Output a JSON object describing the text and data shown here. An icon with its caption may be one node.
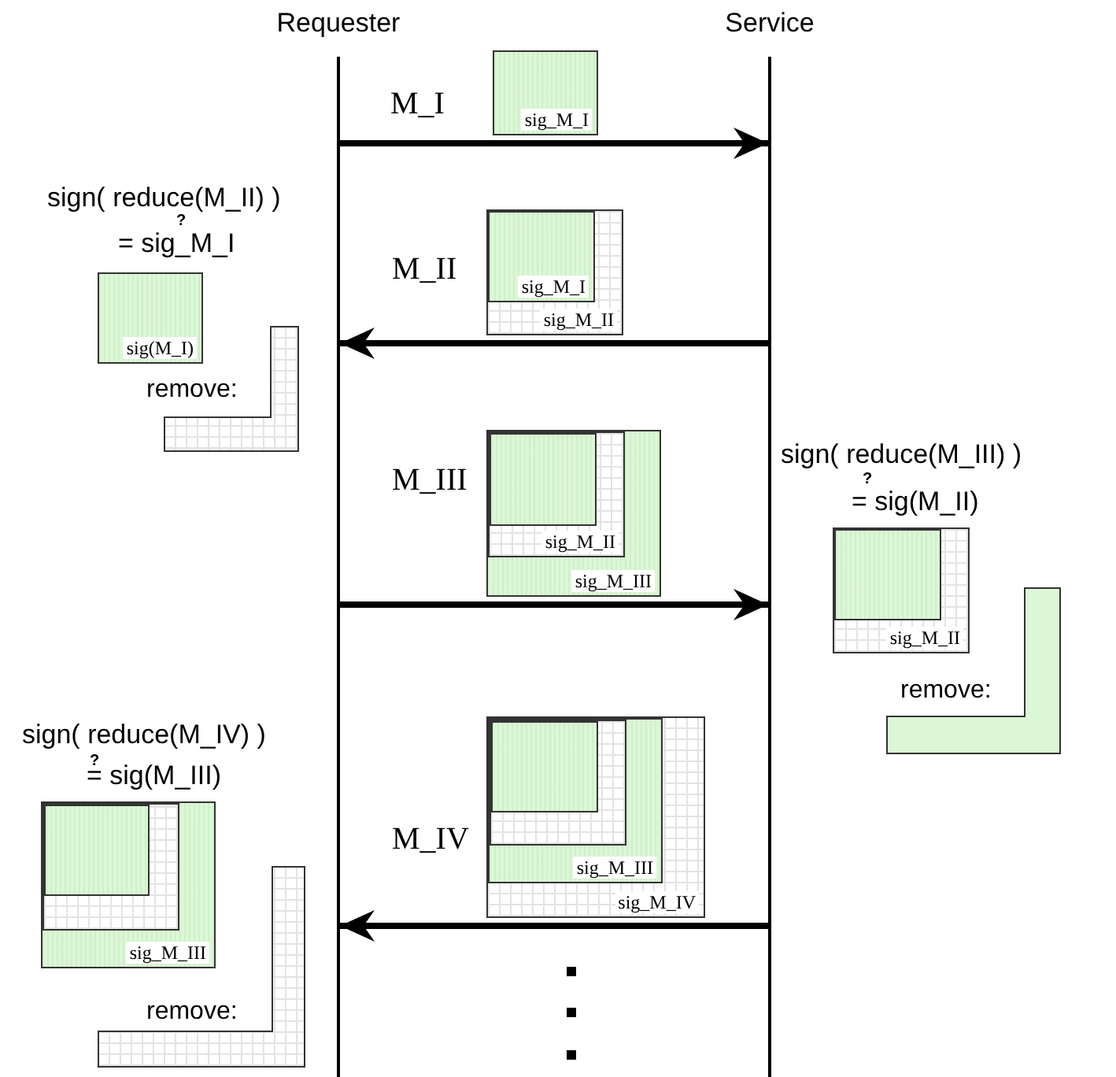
{
  "diagram": {
    "nodes": [
      {
        "text": [],
        "shape": "bar",
        "beside": [
          "Requester"
        ]
      },
      {
        "text": [],
        "shape": "bar",
        "beside": [
          "Service"
        ]
      },
      {
        "text": [
          "sig_M_I"
        ]
      },
      {
        "text": [
          "sig_M_II"
        ]
      },
      {
        "text": [
          "sig_M_I"
        ],
        "in": 3
      },
      {
        "text": [
          "sig(M_I)"
        ]
      },
      {
        "text": [
          "remove:"
        ]
      },
      {
        "text": [
          "sig_M_III"
        ]
      },
      {
        "text": [
          "sig_M_II"
        ],
        "in": 7
      },
      {
        "text": [],
        "shape": "box",
        "in": 8
      },
      {
        "text": [
          "sig_M_II"
        ]
      },
      {
        "text": [],
        "shape": "box",
        "in": 10
      },
      {
        "text": [
          "remove:"
        ]
      },
      {
        "text": [
          "sig_M_IV"
        ]
      },
      {
        "text": [
          "sig_M_III"
        ],
        "in": 13
      },
      {
        "text": [],
        "shape": "box",
        "in": 14
      },
      {
        "text": [],
        "shape": "box",
        "in": 15
      },
      {
        "text": [
          "sig_M_III"
        ]
      },
      {
        "text": [],
        "shape": "box",
        "in": 17
      },
      {
        "text": [],
        "shape": "box",
        "in": 18
      },
      {
        "text": [
          "remove:"
        ]
      }
    ],
    "edges": [
      {
        "from": 0,
        "to": 1,
        "arrow": "to",
        "label": "M_I"
      },
      {
        "from": 1,
        "to": 0,
        "arrow": "to",
        "label": "M_II"
      },
      {
        "from": 0,
        "to": 1,
        "arrow": "to",
        "label": "M_III"
      },
      {
        "from": 1,
        "to": 0,
        "arrow": "to",
        "label": "M_IV"
      }
    ],
    "labels": [
      "sign( reduce(M_II) )",
      "?",
      "= sig_M_I",
      "sign( reduce(M_III) )",
      "?",
      "= sig(M_II)",
      "sign( reduce(M_IV) )",
      "?",
      "= sig(M_III)"
    ]
  }
}
